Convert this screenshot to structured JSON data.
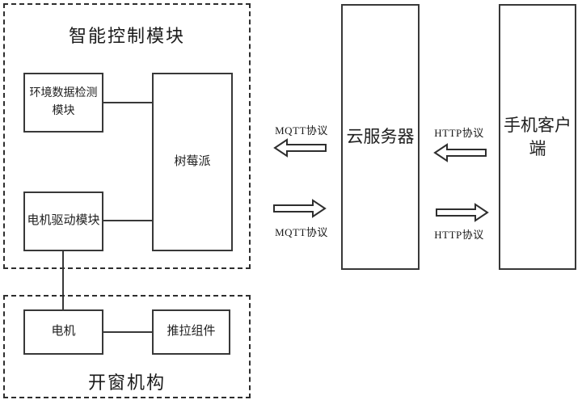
{
  "diagram": {
    "smart_control": {
      "title": "智能控制模块",
      "env_detect_label": "环境数据检测模块",
      "raspberry_pi_label": "树莓派",
      "motor_driver_label": "电机驱动模块"
    },
    "window_mech": {
      "title": "开窗机构",
      "motor_label": "电机",
      "push_pull_label": "推拉组件"
    },
    "cloud_server_label": "云服务器",
    "mobile_client_label": "手机客户端",
    "protocols": {
      "mqtt_upstream": "MQTT协议",
      "mqtt_downstream": "MQTT协议",
      "http_upstream": "HTTP协议",
      "http_downstream": "HTTP协议"
    },
    "colors": {
      "line": "#383838",
      "dash": "#2e2e2e",
      "text": "#1f1f1f",
      "background": "#ffffff"
    }
  }
}
